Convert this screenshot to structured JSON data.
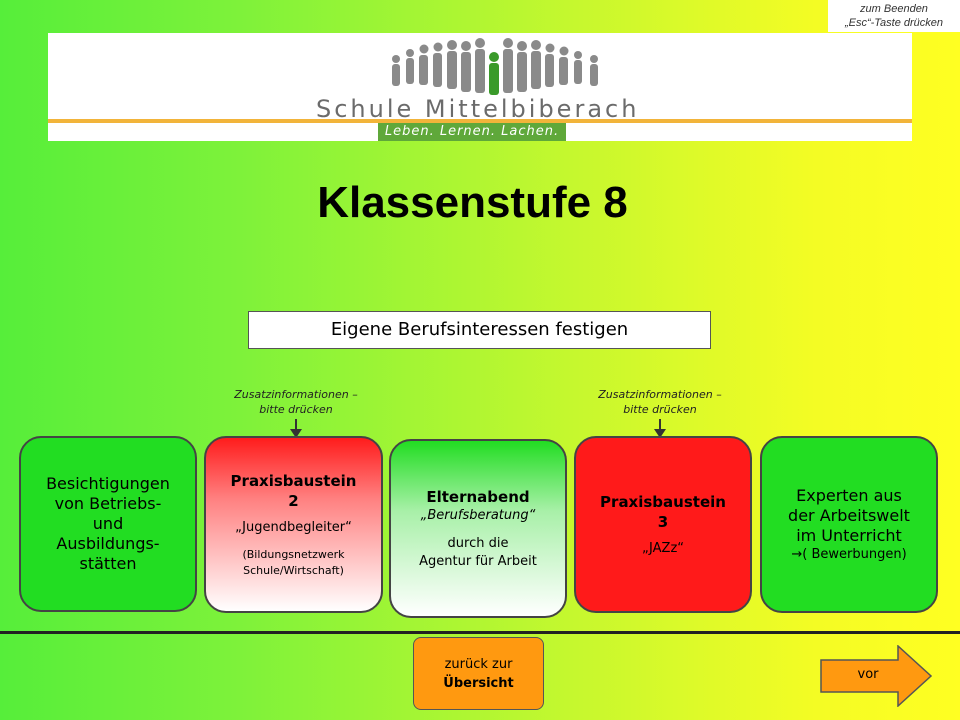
{
  "esc_hint": {
    "line1": "zum Beenden",
    "line2": "„Esc“-Taste drücken"
  },
  "logo": {
    "school_name": "Schule Mittelbiberach",
    "slogan": "Leben. Lernen. Lachen."
  },
  "title": "Klassenstufe 8",
  "goal": "Eigene Berufsinteressen festigen",
  "zusatz": {
    "line1": "Zusatzinformationen –",
    "line2": "bitte drücken"
  },
  "cards": [
    {
      "text": [
        "Besichtigungen",
        "von Betriebs-",
        "und",
        "Ausbildungs-",
        "stätten"
      ]
    },
    {
      "title": "Praxisbaustein 2",
      "subtitle": "„Jugendbegleiter“",
      "note": [
        "(Bildungsnetzwerk",
        "Schule/Wirtschaft)"
      ]
    },
    {
      "title": "Elternabend",
      "subtitle": "„Berufsberatung“",
      "note": [
        "durch die",
        "Agentur für Arbeit"
      ]
    },
    {
      "title": "Praxisbaustein 3",
      "subtitle": "„JAZz“"
    },
    {
      "text": [
        "Experten aus",
        "der Arbeitswelt",
        "im Unterricht"
      ],
      "note": "( Bewerbungen)"
    }
  ],
  "nav": {
    "back_line1": "zurück zur",
    "back_line2": "Übersicht",
    "forward": "vor"
  },
  "colors": {
    "green_card": "#22dd22",
    "red_card": "#ff1a1a",
    "orange_button": "#ff9910",
    "slogan_bg": "#5fa83a",
    "accent_line": "#f2b43a"
  }
}
